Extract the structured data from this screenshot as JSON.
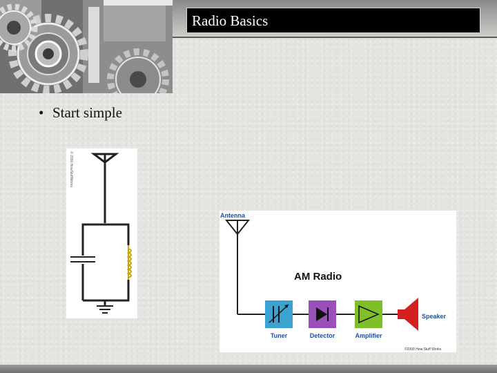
{
  "slide": {
    "title": "Radio Basics",
    "bullets": [
      "Start simple"
    ]
  },
  "figure_circuit": {
    "credit": "© 2000 HowStuffWorks"
  },
  "figure_am": {
    "antenna_label": "Antenna",
    "title": "AM Radio",
    "tuner_label": "Tuner",
    "detector_label": "Detector",
    "amplifier_label": "Amplifier",
    "speaker_label": "Speaker",
    "credit": "©2000 How Stuff Works"
  },
  "colors": {
    "wire": "#222222",
    "label_blue": "#1f4f9e",
    "tuner": "#3ba3cf",
    "detector": "#9b4fb8",
    "amplifier": "#7fbf2a",
    "speaker": "#d32020",
    "inductor": "#c9a400"
  }
}
